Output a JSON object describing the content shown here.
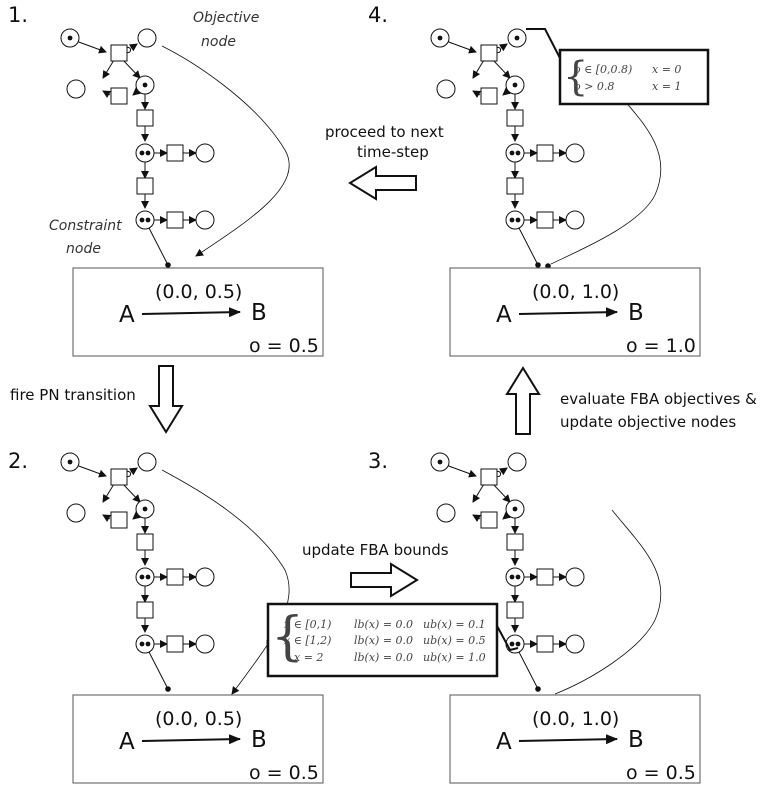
{
  "panels": [
    {
      "id": "p1",
      "number": "1.",
      "fba_bounds": "(0.0, 0.5)",
      "reaction_from": "A",
      "reaction_to": "B",
      "objective": "o = 0.5"
    },
    {
      "id": "p2",
      "number": "2.",
      "fba_bounds": "(0.0, 0.5)",
      "reaction_from": "A",
      "reaction_to": "B",
      "objective": "o = 0.5"
    },
    {
      "id": "p3",
      "number": "3.",
      "fba_bounds": "(0.0, 1.0)",
      "reaction_from": "A",
      "reaction_to": "B",
      "objective": "o = 0.5"
    },
    {
      "id": "p4",
      "number": "4.",
      "fba_bounds": "(0.0, 1.0)",
      "reaction_from": "A",
      "reaction_to": "B",
      "objective": "o = 1.0"
    }
  ],
  "labels": {
    "objective_node": [
      "Objective",
      "node"
    ],
    "constraint_node": [
      "Constraint",
      "node"
    ]
  },
  "actions": {
    "proceed": [
      "proceed to next",
      "time-step"
    ],
    "fire": "fire PN transition",
    "update_bounds": "update FBA bounds",
    "evaluate": [
      "evaluate FBA objectives &",
      "update objective nodes"
    ]
  },
  "objective_rule": [
    {
      "cond": "o ∈ [0,0.8)",
      "result": "x = 0"
    },
    {
      "cond": "o > 0.8",
      "result": "x = 1"
    }
  ],
  "bounds_rule": [
    {
      "cond": "x ∈ [0,1)",
      "lb": "lb(x) = 0.0",
      "ub": "ub(x) = 0.1"
    },
    {
      "cond": "x ∈ [1,2)",
      "lb": "lb(x) = 0.0",
      "ub": "ub(x) = 0.5"
    },
    {
      "cond": "x = 2",
      "lb": "lb(x) = 0.0",
      "ub": "ub(x) = 1.0"
    }
  ]
}
